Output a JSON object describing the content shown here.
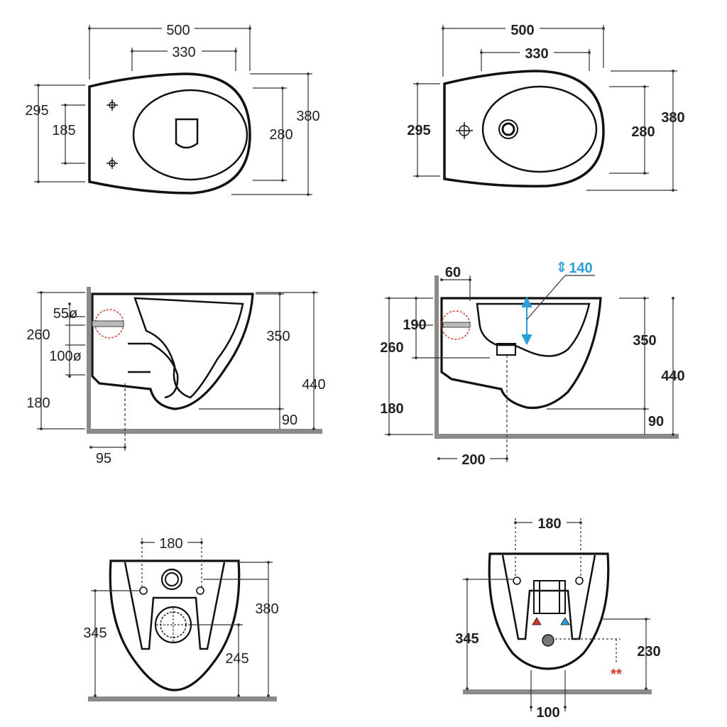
{
  "toilet_top": {
    "overall_length": "500",
    "bowl_length": "330",
    "back_width": "295",
    "bolt_spacing": "185",
    "bowl_width": "280",
    "overall_width": "380"
  },
  "bidet_top": {
    "overall_length": "500",
    "bowl_length": "330",
    "back_width": "295",
    "bowl_width": "280",
    "overall_width": "380"
  },
  "toilet_side": {
    "inlet_diameter": "55ø",
    "mount_height": "260",
    "outlet_diameter": "100ø",
    "rim_height": "350",
    "total_height": "440",
    "floor_to_outlet": "180",
    "base_clearance": "90",
    "outlet_offset": "95"
  },
  "bidet_side": {
    "water_depth_marker": "140",
    "wall_offset": "60",
    "supply_height": "190",
    "mount_height": "260",
    "rim_height": "350",
    "total_height": "440",
    "floor_to_drain": "180",
    "base_clearance": "90",
    "drain_offset": "200"
  },
  "toilet_back": {
    "bolt_spacing": "180",
    "overall_height": "380",
    "bolt_height": "345",
    "outlet_height": "245"
  },
  "bidet_back": {
    "bolt_spacing": "180",
    "bolt_height": "345",
    "drain_height": "230",
    "supply_note_marker": "**",
    "drain_offset": "100"
  },
  "colors": {
    "line": "#1a1a1a",
    "dimension": "#333333",
    "wall": "#8a8a8a",
    "blue_marker": "#2a9fd6",
    "red_marker": "#d9342b"
  }
}
